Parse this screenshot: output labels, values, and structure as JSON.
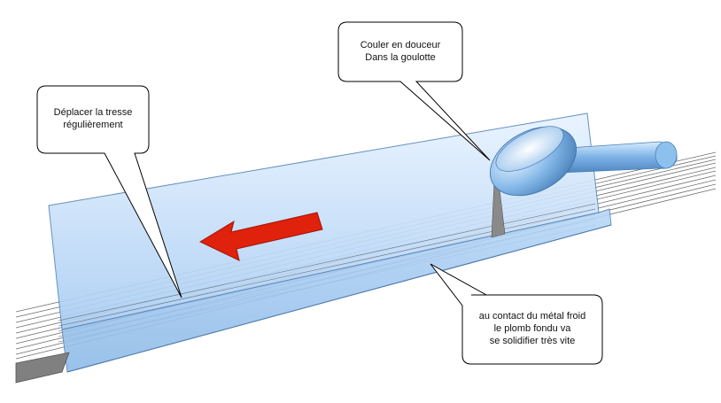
{
  "callouts": {
    "pour": "Couler en douceur\nDans la goulotte",
    "move": "Déplacer la tresse\nrégulièrement",
    "contact": "au contact du métal froid\nle plomb fondu va\nse solidifier très vite"
  },
  "colors": {
    "channel_fill": "#cfe6ff",
    "channel_edge": "#5b87b8",
    "arrow": "#e0210c",
    "ladle": "#7fb4ea",
    "lead": "#808080",
    "cable": "#6f6f6f"
  }
}
